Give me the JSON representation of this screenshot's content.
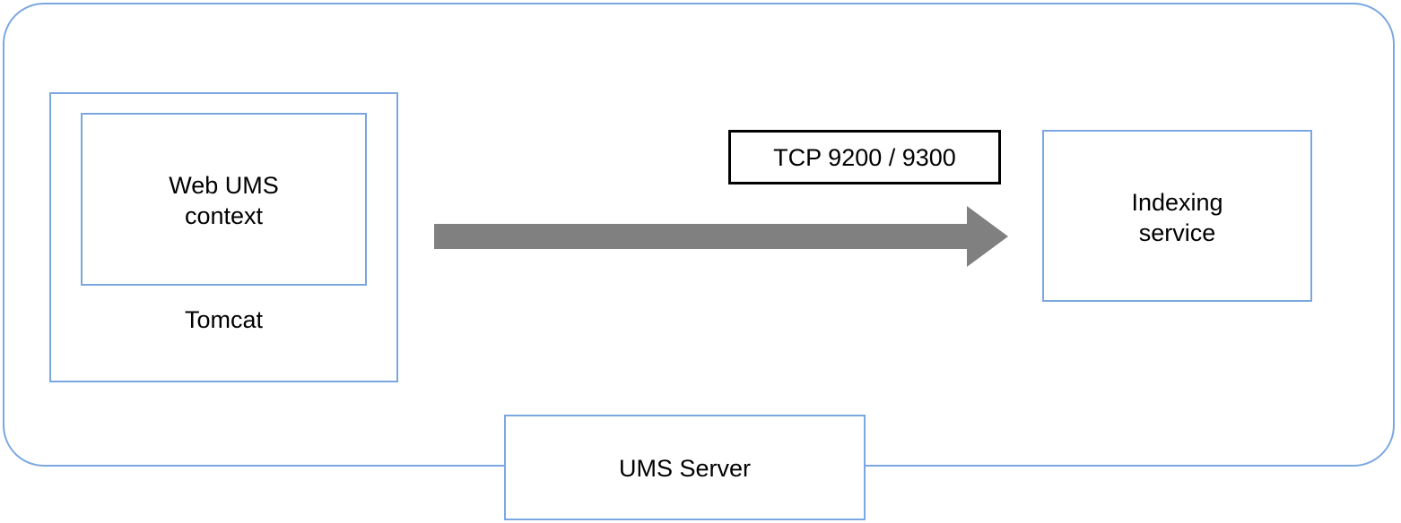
{
  "diagram": {
    "type": "architecture-diagram",
    "boundary": {
      "name": "UMS Server boundary",
      "border_color": "#7BA7E0"
    },
    "nodes": {
      "tomcat": {
        "label": "Tomcat",
        "border_color": "#7BA7E0"
      },
      "web_ums_context": {
        "label": "Web UMS\ncontext",
        "border_color": "#7BA7E0"
      },
      "indexing_service": {
        "label": "Indexing\nservice",
        "border_color": "#7BA7E0"
      },
      "ums_server": {
        "label": "UMS Server",
        "border_color": "#7BA7E0"
      }
    },
    "connection": {
      "label": "TCP 9200 / 9300",
      "arrow_color": "#808080",
      "label_border_color": "#000000",
      "direction": "left-to-right",
      "from": "Web UMS context",
      "to": "Indexing service"
    }
  }
}
